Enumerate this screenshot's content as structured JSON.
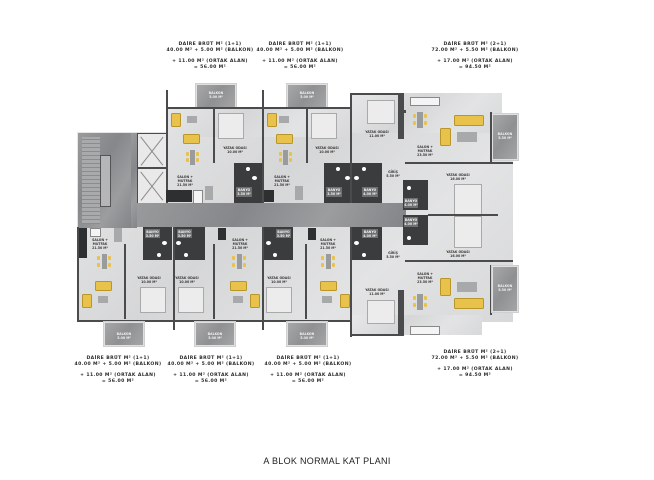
{
  "title": "A  BLOK NORMAL KAT PLANI",
  "colors": {
    "wall": "#4a4b4d",
    "floor": "#d9dadb",
    "corridor": "#8c8d8f",
    "furniture_accent": "#e8c24a",
    "bathroom": "#3b3c3e",
    "background": "#ffffff"
  },
  "captions": {
    "top": [
      {
        "line1": "DAİRE BRÜT M² (1+1)",
        "line2": "40.00 M² + 5.00 M² (BALKON)",
        "line3": "+ 11.00 M² (ORTAK ALAN)",
        "line4": "= 56.00 M²"
      },
      {
        "line1": "DAİRE BRÜT M² (1+1)",
        "line2": "40.00 M² + 5.00 M² (BALKON)",
        "line3": "+ 11.00 M² (ORTAK ALAN)",
        "line4": "= 56.00 M²"
      },
      {
        "line1": "DAİRE BRÜT M² (2+1)",
        "line2": "72.00 M² + 5.50 M² (BALKON)",
        "line3": "+ 17.00 M² (ORTAK ALAN)",
        "line4": "= 94.50 M²"
      }
    ],
    "bottom": [
      {
        "line1": "DAİRE BRÜT M² (1+1)",
        "line2": "40.00 M² + 5.00 M² (BALKON)",
        "line3": "+ 11.00 M² (ORTAK ALAN)",
        "line4": "= 56.00 M²"
      },
      {
        "line1": "DAİRE BRÜT M² (1+1)",
        "line2": "40.00 M² + 5.00 M² (BALKON)",
        "line3": "+ 11.00 M² (ORTAK ALAN)",
        "line4": "= 56.00 M²"
      },
      {
        "line1": "DAİRE BRÜT M² (1+1)",
        "line2": "40.00 M² + 5.00 M² (BALKON)",
        "line3": "+ 11.00 M² (ORTAK ALAN)",
        "line4": "= 56.00 M²"
      },
      {
        "line1": "DAİRE BRÜT M² (2+1)",
        "line2": "72.00 M² + 5.50 M² (BALKON)",
        "line3": "+ 17.00 M² (ORTAK ALAN)",
        "line4": "= 94.50 M²"
      }
    ]
  },
  "rooms": {
    "balkon_1p1": "BALKON\n5.00 M²",
    "balkon_2p1": "BALKON\n5.50 M²",
    "salon_1p1": "SALON +\nMUTFAK\n21.50 M²",
    "salon_2p1": "SALON +\nMUTFAK\n23.50 M²",
    "yatak_10": "YATAK ODASI\n10.00 M²",
    "yatak_11": "YATAK ODASI\n11.00 M²",
    "yatak_16": "YATAK ODASI\n16.00 M²",
    "banyo": "BANYO\n3.50 M²",
    "banyo_4": "BANYO\n4.00 M²",
    "giris": "GİRİŞ\n5.50 M²"
  }
}
